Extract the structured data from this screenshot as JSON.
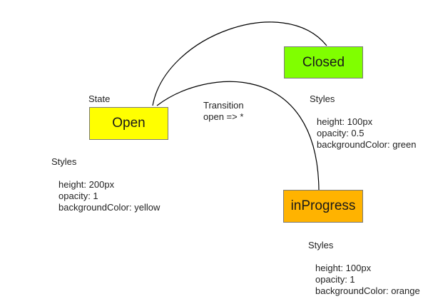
{
  "labels": {
    "state": "State",
    "transition_title": "Transition",
    "transition_expr": "open =>  *"
  },
  "states": {
    "open": {
      "label": "Open",
      "color": "#ffff00",
      "styles_title": "Styles",
      "props": [
        "height: 200px",
        "opacity: 1",
        "backgroundColor: yellow"
      ]
    },
    "closed": {
      "label": "Closed",
      "color": "#80ff00",
      "styles_title": "Styles",
      "props": [
        "height: 100px",
        "opacity: 0.5",
        "backgroundColor: green"
      ]
    },
    "in_progress": {
      "label": "inProgress",
      "color": "#ffb300",
      "styles_title": "Styles",
      "props": [
        "height: 100px",
        "opacity: 1",
        "backgroundColor: orange"
      ]
    }
  },
  "colors": {
    "connector": "#000000",
    "box_border": "#7a7a7a"
  }
}
